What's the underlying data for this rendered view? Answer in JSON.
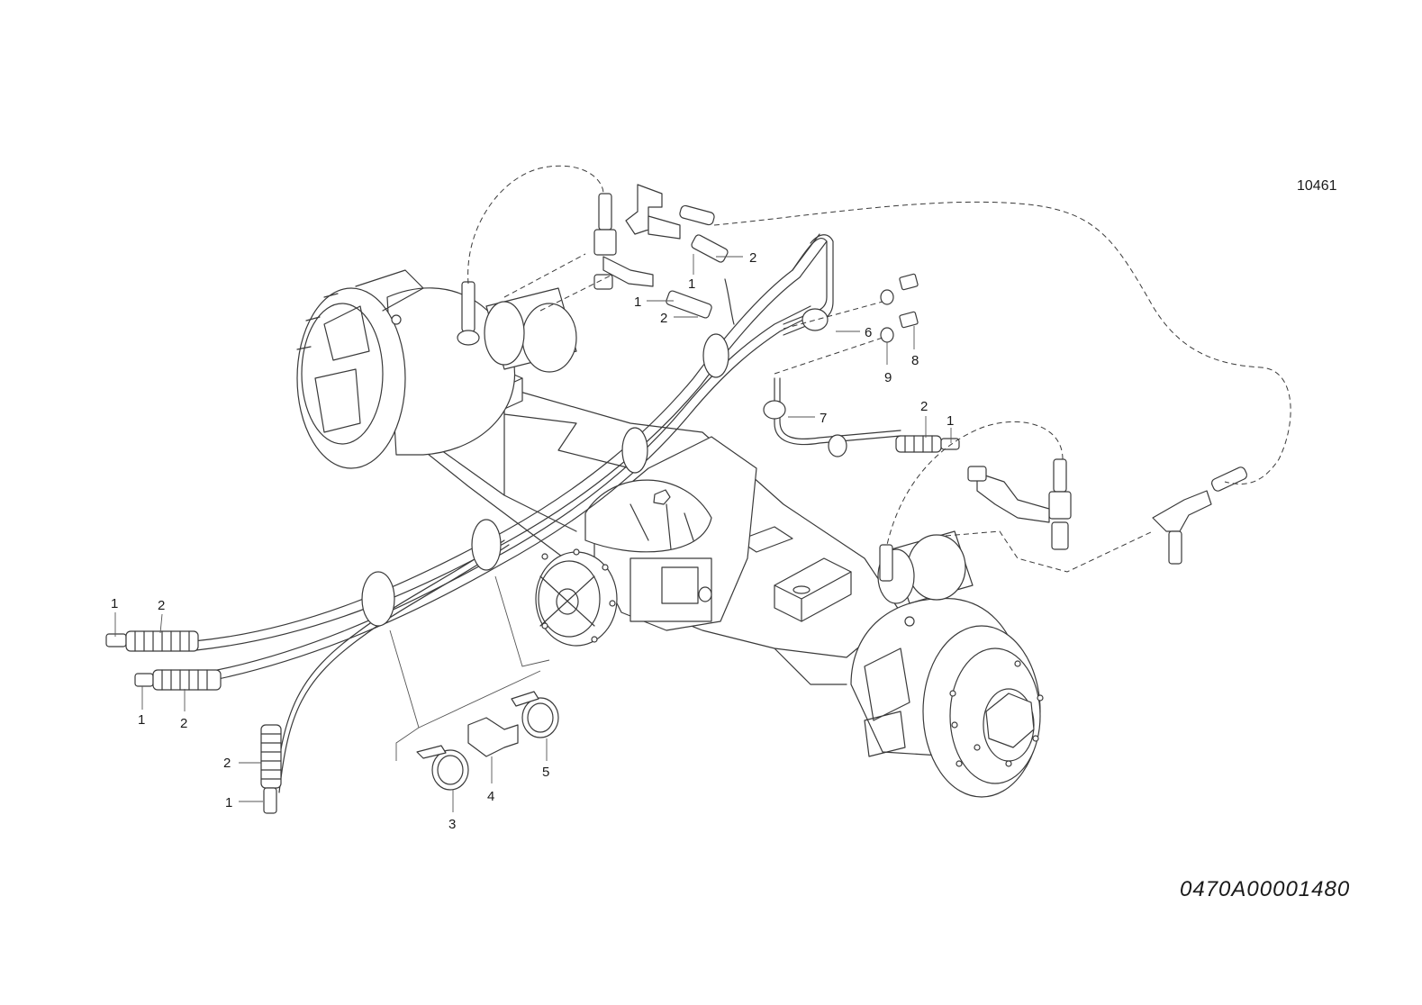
{
  "drawing_reference": "10461",
  "part_code": "0470A00001480",
  "callouts": {
    "c01": "2",
    "c02": "1",
    "c03": "1",
    "c04": "2",
    "c05": "6",
    "c06": "9",
    "c07": "8",
    "c08": "7",
    "c09": "2",
    "c10": "1",
    "c11": "1",
    "c12": "2",
    "c13": "1",
    "c14": "2",
    "c15": "2",
    "c16": "1",
    "c17": "3",
    "c18": "4",
    "c19": "5"
  }
}
